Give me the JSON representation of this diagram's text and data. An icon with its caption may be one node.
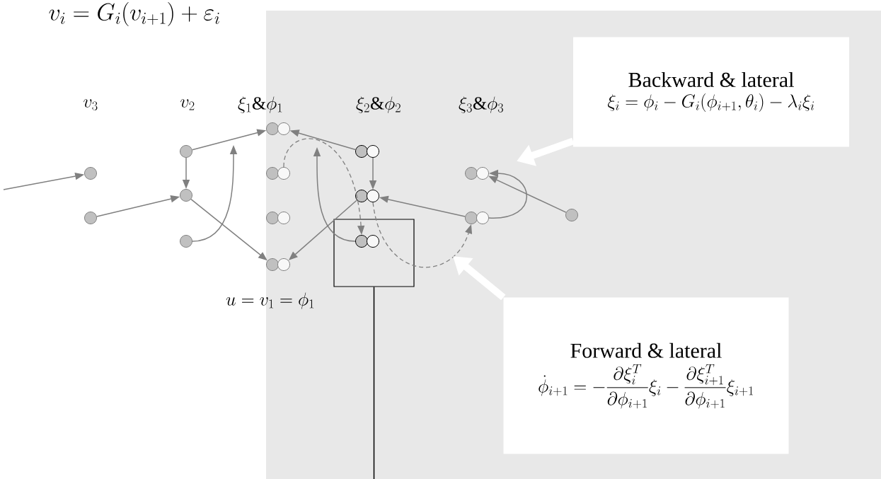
{
  "diagram": {
    "nodes": [
      {
        "text": [],
        "shape": "circle"
      },
      {
        "text": [],
        "shape": "circle"
      },
      {
        "text": [],
        "shape": "circle"
      },
      {
        "text": [],
        "shape": "circle"
      },
      {
        "text": [],
        "shape": "circle"
      },
      {
        "text": [],
        "shape": "circle"
      },
      {
        "text": [],
        "shape": "circle"
      },
      {
        "text": [],
        "shape": "circle"
      },
      {
        "text": [],
        "shape": "circle"
      },
      {
        "text": [],
        "shape": "circle"
      },
      {
        "text": [],
        "shape": "circle"
      },
      {
        "text": [],
        "shape": "circle"
      },
      {
        "text": [],
        "shape": "circle"
      },
      {
        "text": [],
        "shape": "circle"
      },
      {
        "text": [],
        "shape": "circle"
      },
      {
        "text": [],
        "shape": "circle"
      },
      {
        "text": [],
        "shape": "circle"
      },
      {
        "text": [],
        "shape": "box"
      },
      {
        "text": [],
        "shape": "circle",
        "in": 17
      },
      {
        "text": [],
        "shape": "circle",
        "in": 17
      },
      {
        "text": [],
        "shape": "circle"
      },
      {
        "text": [],
        "shape": "circle"
      },
      {
        "text": [],
        "shape": "circle"
      },
      {
        "text": [],
        "shape": "circle"
      },
      {
        "text": [],
        "shape": "circle"
      },
      {
        "text": [
          "Backward & lateral",
          "\\xi_i = \\phi_i - G_i(\\phi_{i+1},\\theta_i) - \\lambda_i \\xi_i"
        ]
      },
      {
        "text": [
          "Forward & lateral",
          "\\dot{\\phi}_{i+1} = -\\frac{\\partial \\xi_i^T}{\\partial \\phi_{i+1}} \\xi_i - \\frac{\\partial \\xi_{i+1}^T}{\\partial \\phi_{i+1}} \\xi_{i+1}"
        ]
      }
    ],
    "edges": [
      {
        "from": null,
        "to": 0,
        "arrow": "to"
      },
      {
        "from": 1,
        "to": 3,
        "arrow": "to"
      },
      {
        "from": 2,
        "to": 3,
        "arrow": "to"
      },
      {
        "from": 2,
        "to": 5,
        "arrow": "to"
      },
      {
        "from": 3,
        "to": 11,
        "arrow": "to"
      },
      {
        "from": 4,
        "to": null,
        "arrow": "to"
      },
      {
        "from": 13,
        "to": 6,
        "arrow": "to"
      },
      {
        "from": 14,
        "to": 16,
        "arrow": "to"
      },
      {
        "from": 22,
        "to": 16,
        "arrow": "to"
      },
      {
        "from": 15,
        "to": 12,
        "arrow": "to"
      },
      {
        "from": 18,
        "to": null,
        "arrow": "to"
      },
      {
        "from": 8,
        "to": 18,
        "arrow": "to",
        "style": "dashed"
      },
      {
        "from": 16,
        "to": 22,
        "arrow": "to",
        "style": "dashed"
      },
      {
        "from": 23,
        "to": 21,
        "arrow": "to"
      },
      {
        "from": 24,
        "to": 21,
        "arrow": "to"
      },
      {
        "from": 25,
        "to": 21,
        "arrow": "to",
        "style": "thick",
        "color": "#ffffff"
      },
      {
        "from": 26,
        "to": null,
        "arrow": "to",
        "style": "thick",
        "color": "#ffffff"
      },
      {
        "from": 17,
        "to": null,
        "arrow": "none",
        "color": "#000000"
      }
    ],
    "labels": [
      "v_i = G_i(v_{i+1}) + \\varepsilon_i",
      "v_3",
      "v_2",
      "\\xi_1 \\& \\phi_1",
      "\\xi_2 \\& \\phi_2",
      "\\xi_3 \\& \\phi_3",
      "u = v_1 = \\phi_1"
    ]
  }
}
